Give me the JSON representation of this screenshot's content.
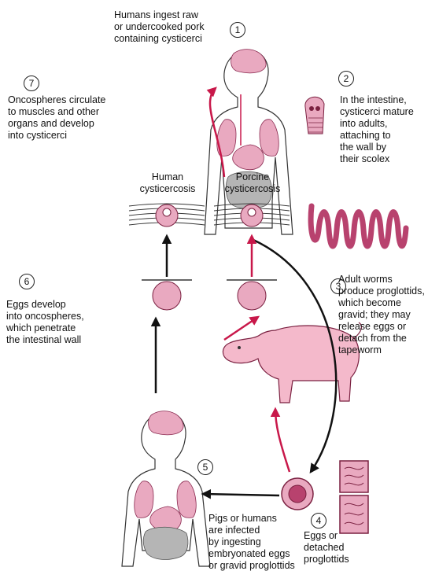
{
  "colors": {
    "pink_fill": "#e9a9c0",
    "pink_dark": "#b8426e",
    "red_arrow": "#c8184a",
    "black_arrow": "#111111",
    "gray_gut": "#b5b5b5",
    "outline": "#222222"
  },
  "steps": [
    {
      "num": "1",
      "text": "Humans ingest raw\nor undercooked pork\ncontaining cysticerci"
    },
    {
      "num": "2",
      "text": "In the intestine,\ncysticerci mature\ninto adults,\nattaching to\nthe wall by\ntheir scolex"
    },
    {
      "num": "3",
      "text": "Adult worms\nproduce proglottids,\nwhich become\ngravid; they may\nrelease eggs or\ndetach from the\ntapeworm"
    },
    {
      "num": "4",
      "text": "Eggs or\ndetached\nproglottids"
    },
    {
      "num": "5",
      "text": "Pigs or humans\nare infected\nby ingesting\nembryonated eggs\nor gravid proglottids"
    },
    {
      "num": "6",
      "text": "Eggs develop\ninto oncospheres,\nwhich penetrate\nthe intestinal wall"
    },
    {
      "num": "7",
      "text": "Oncospheres circulate\nto muscles and other\norgans and develop\ninto cysticerci"
    }
  ],
  "labels": {
    "human_cysticercosis": "Human\ncysticercosis",
    "porcine_cysticercosis": "Porcine\ncysticercosis"
  }
}
